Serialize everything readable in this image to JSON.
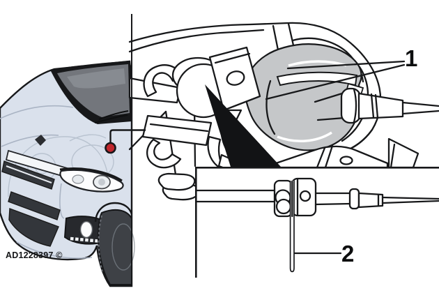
{
  "figure": {
    "reference_code": "AD1228397 ©",
    "callouts": [
      {
        "label": "1"
      },
      {
        "label": "2"
      }
    ]
  },
  "colors": {
    "line_dark": "#17181a",
    "accent_red": "#c1272d",
    "diagram_gray": "#c5c7c9",
    "car_body": "#dae1ec",
    "trim_dark": "#33363b",
    "background": "#ffffff"
  },
  "icons": {
    "location_marker": "red-dot-location-marker-icon",
    "pointer": "black-pointer-arrow-icon"
  }
}
